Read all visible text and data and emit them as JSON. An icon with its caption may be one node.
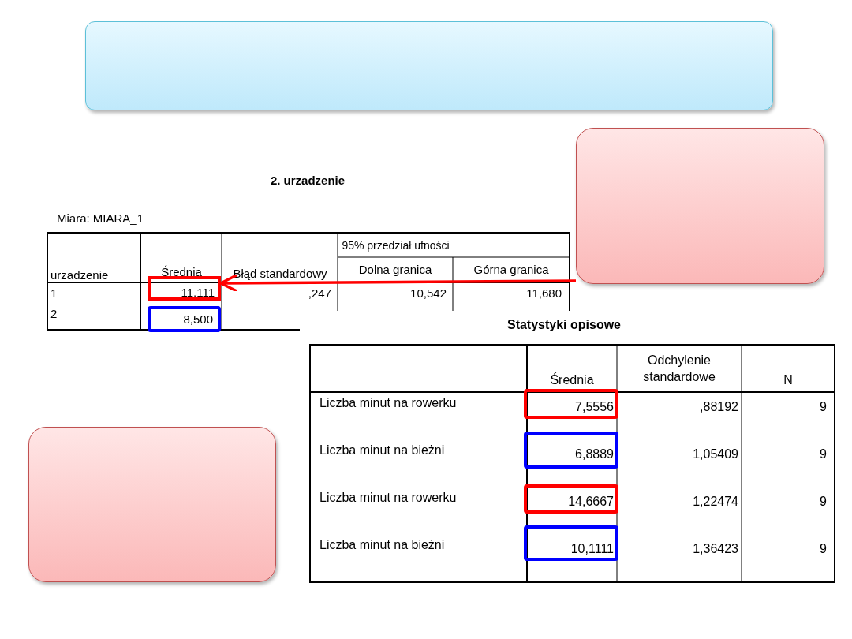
{
  "diagram": {
    "nodes": [
      {
        "text": [],
        "shape": "box"
      },
      {
        "text": [],
        "shape": "box"
      },
      {
        "text": [],
        "shape": "box"
      },
      {
        "text": [],
        "shape": "box"
      }
    ],
    "edges": [
      {
        "from": 1,
        "to": 3,
        "arrow": "to",
        "color": "#ff0000"
      }
    ],
    "labels": [
      "2. urzadzenie",
      "Miara: MIARA_1",
      "urzadzenie",
      "Średnia",
      "Błąd standardowy",
      "95% przedział ufności",
      "Dolna granica",
      "Górna granica",
      "1",
      "11,111",
      ",247",
      "10,542",
      "11,680",
      "2",
      "8,500",
      "Statystyki opisowe",
      "Średnia",
      "Odchylenie standardowe",
      "N",
      "Liczba minut na rowerku",
      "7,5556",
      ",88192",
      "9",
      "Liczba minut na bieżni",
      "6,8889",
      "1,05409",
      "9",
      "Liczba minut na rowerku",
      "14,6667",
      "1,22474",
      "9",
      "Liczba minut na bieżni",
      "10,1111",
      "1,36423",
      "9"
    ]
  }
}
